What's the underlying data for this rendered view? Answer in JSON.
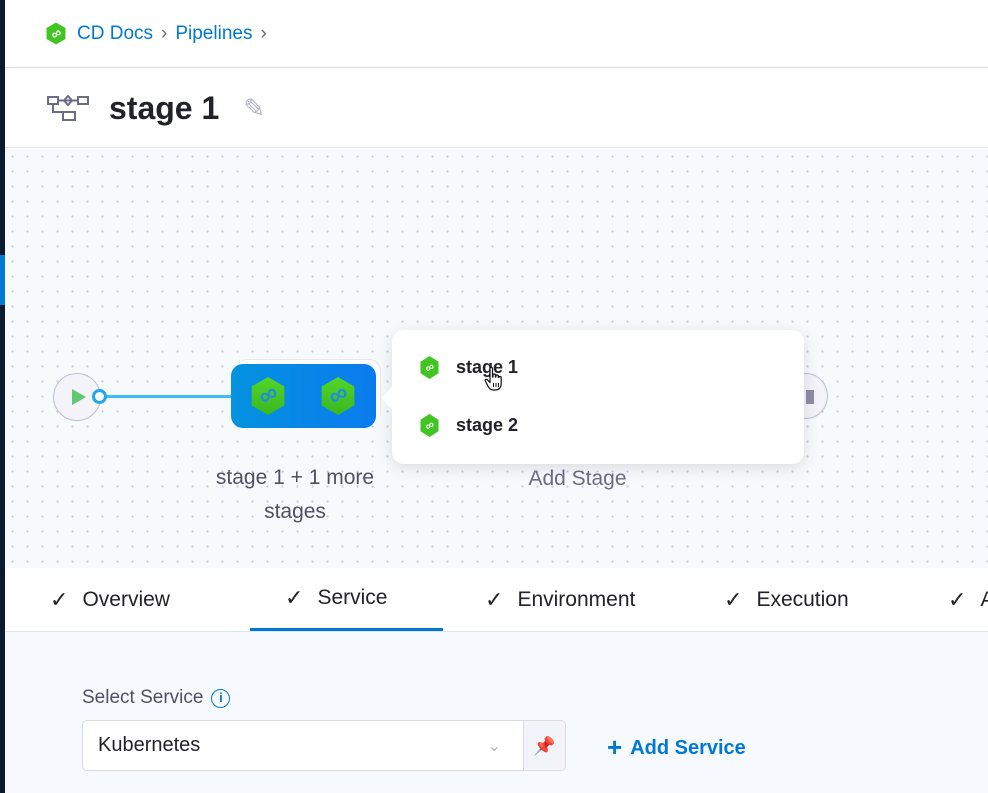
{
  "breadcrumb": {
    "items": [
      "CD Docs",
      "Pipelines"
    ],
    "icon": "cd-module-icon"
  },
  "header": {
    "title": "stage 1",
    "icon": "pipeline-stage-icon",
    "edit_icon": "pencil-icon"
  },
  "canvas": {
    "group_label": "stage 1 + 1 more stages",
    "add_stage": "Add Stage",
    "popover_items": [
      {
        "label": "stage 1"
      },
      {
        "label": "stage 2"
      }
    ]
  },
  "tabs": [
    {
      "label": "Overview"
    },
    {
      "label": "Service",
      "active": true
    },
    {
      "label": "Environment"
    },
    {
      "label": "Execution"
    },
    {
      "label": "A"
    }
  ],
  "service": {
    "label": "Select Service",
    "value": "Kubernetes",
    "add_label": "Add Service"
  },
  "colors": {
    "accent": "#0278d5",
    "cd_green": "#42c522"
  }
}
